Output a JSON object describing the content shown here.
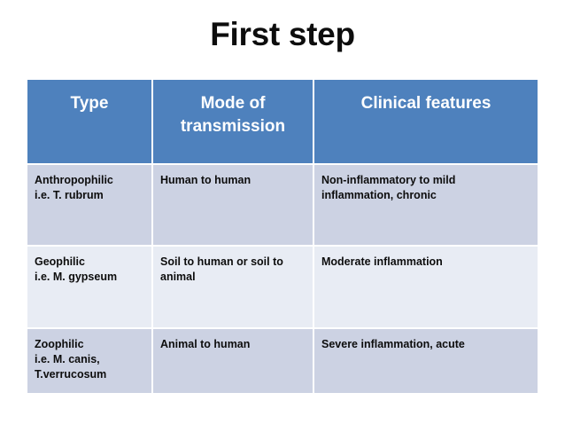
{
  "slide": {
    "title": "First step",
    "colors": {
      "header_blue": "#4e81bd",
      "row_band_dark": "#ccd2e3",
      "row_band_light": "#e8ecf4",
      "text_dark": "#0d0d0d",
      "header_text": "#ffffff",
      "background": "#ffffff"
    }
  },
  "table": {
    "headers": {
      "col1": "Type",
      "col2_line1": "Mode of",
      "col2_line2": "transmission",
      "col3": "Clinical features"
    },
    "rows": [
      {
        "type_line1": "Anthropophilic",
        "type_line2": "i.e. T. rubrum",
        "transmission_line1": "Human to human",
        "transmission_line2": "",
        "features_line1": "Non-inflammatory to mild",
        "features_line2": "inflammation, chronic",
        "features_line3": ""
      },
      {
        "type_line1": "Geophilic",
        "type_line2": "i.e. M. gypseum",
        "transmission_line1": "Soil to human or soil to",
        "transmission_line2": "animal",
        "features_line1": "Moderate inflammation",
        "features_line2": "",
        "features_line3": ""
      },
      {
        "type_line1": "Zoophilic",
        "type_line2": "i.e. M. canis,",
        "type_line3": "T.verrucosum",
        "transmission_line1": "Animal to human",
        "transmission_line2": "",
        "features_line1": "Severe inflammation, acute",
        "features_line2": "",
        "features_line3": ""
      }
    ]
  }
}
